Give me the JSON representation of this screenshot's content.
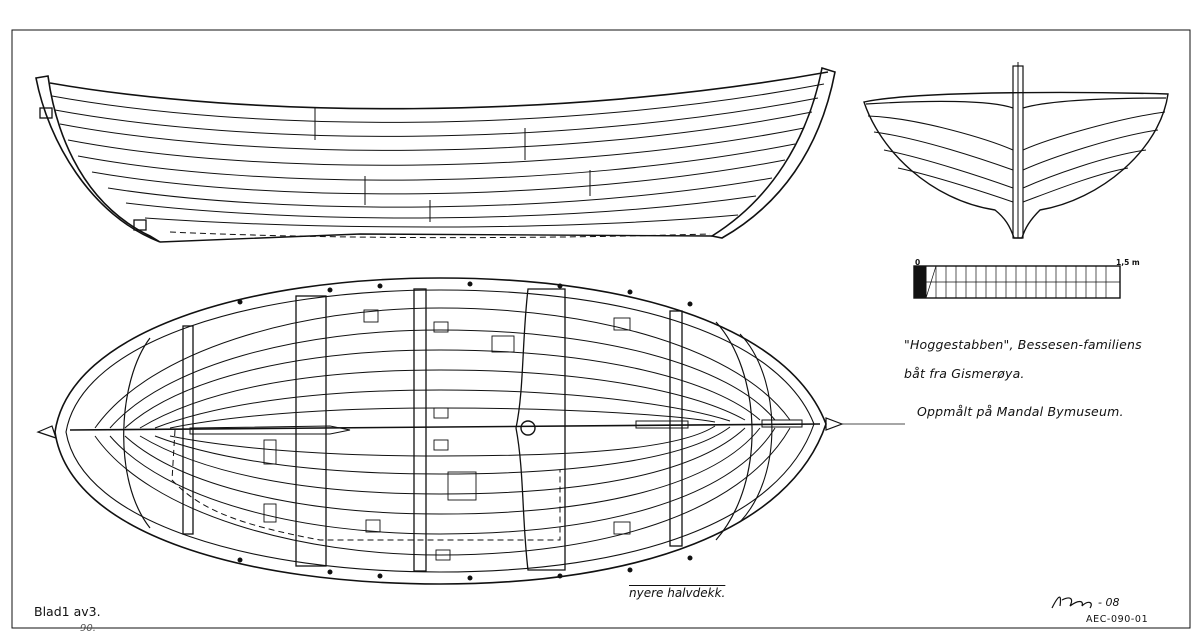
{
  "drawing": {
    "caption_title": "\"Hoggestabben\", Bessesen-familiens",
    "caption_origin": "båt fra Gismerøya.",
    "caption_measured": "Oppmålt på Mandal Bymuseum.",
    "sheet_number": "Blad1 av3.",
    "sheet_number_pencil": "90.",
    "deck_note": "nyere halvdekk.",
    "catalog_number": "AEC-090-01",
    "date_mark": "- 08"
  },
  "scale_bar": {
    "start_label": "0",
    "end_label": "1,5 m"
  },
  "colors": {
    "ink": "#111111",
    "paper": "#ffffff"
  }
}
